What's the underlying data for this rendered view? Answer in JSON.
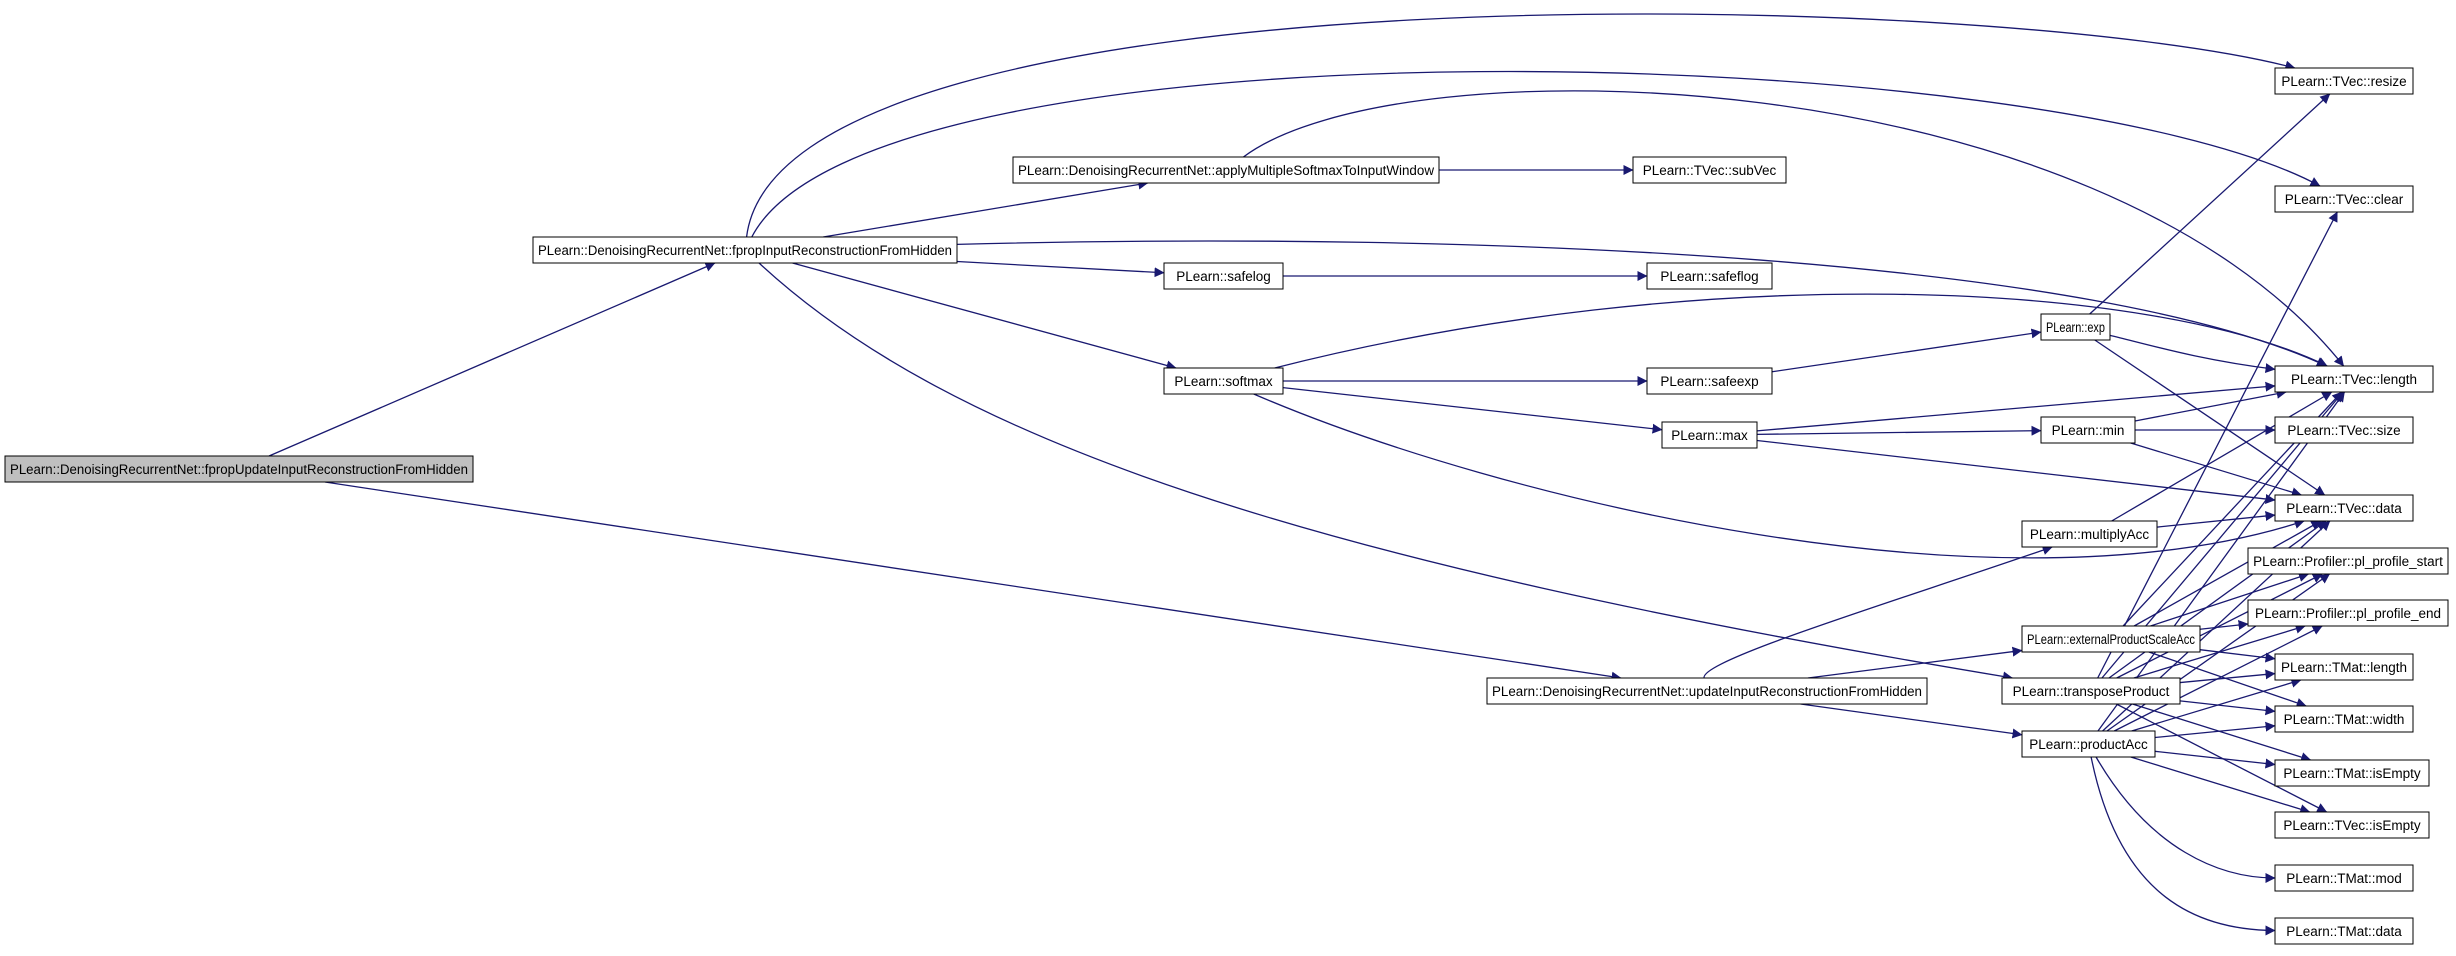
{
  "colors": {
    "edge": "#191970",
    "node_border": "#000000",
    "node_fill": "#ffffff",
    "root_fill": "#bfbfbf",
    "background": "#ffffff"
  },
  "nodes": [
    {
      "id": "n0",
      "label": "PLearn::DenoisingRecurrentNet::fpropUpdateInputReconstructionFromHidden",
      "root": true
    },
    {
      "id": "n1",
      "label": "PLearn::DenoisingRecurrentNet::fpropInputReconstructionFromHidden"
    },
    {
      "id": "n2",
      "label": "PLearn::DenoisingRecurrentNet::updateInputReconstructionFromHidden"
    },
    {
      "id": "n3",
      "label": "PLearn::DenoisingRecurrentNet::applyMultipleSoftmaxToInputWindow"
    },
    {
      "id": "n4",
      "label": "PLearn::safelog"
    },
    {
      "id": "n5",
      "label": "PLearn::softmax"
    },
    {
      "id": "n6",
      "label": "PLearn::TVec::subVec"
    },
    {
      "id": "n7",
      "label": "PLearn::safeflog"
    },
    {
      "id": "n8",
      "label": "PLearn::safeexp"
    },
    {
      "id": "n9",
      "label": "PLearn::max"
    },
    {
      "id": "n10",
      "label": "PLearn::exp"
    },
    {
      "id": "n11",
      "label": "PLearn::min"
    },
    {
      "id": "n12",
      "label": "PLearn::multiplyAcc"
    },
    {
      "id": "n13",
      "label": "PLearn::externalProductScaleAcc"
    },
    {
      "id": "n14",
      "label": "PLearn::transposeProduct"
    },
    {
      "id": "n15",
      "label": "PLearn::productAcc"
    },
    {
      "id": "n16",
      "label": "PLearn::TVec::resize"
    },
    {
      "id": "n17",
      "label": "PLearn::TVec::clear"
    },
    {
      "id": "n18",
      "label": "PLearn::TVec::length"
    },
    {
      "id": "n19",
      "label": "PLearn::TVec::size"
    },
    {
      "id": "n20",
      "label": "PLearn::TVec::data"
    },
    {
      "id": "n21",
      "label": "PLearn::Profiler::pl_profile_start"
    },
    {
      "id": "n22",
      "label": "PLearn::Profiler::pl_profile_end"
    },
    {
      "id": "n23",
      "label": "PLearn::TMat::length"
    },
    {
      "id": "n24",
      "label": "PLearn::TMat::width"
    },
    {
      "id": "n25",
      "label": "PLearn::TMat::isEmpty"
    },
    {
      "id": "n26",
      "label": "PLearn::TVec::isEmpty"
    },
    {
      "id": "n27",
      "label": "PLearn::TMat::mod"
    },
    {
      "id": "n28",
      "label": "PLearn::TMat::data"
    }
  ],
  "edges": [
    [
      "n0",
      "n1"
    ],
    [
      "n0",
      "n2"
    ],
    [
      "n1",
      "n16"
    ],
    [
      "n1",
      "n17"
    ],
    [
      "n1",
      "n3"
    ],
    [
      "n1",
      "n18"
    ],
    [
      "n1",
      "n4"
    ],
    [
      "n1",
      "n5"
    ],
    [
      "n1",
      "n14"
    ],
    [
      "n3",
      "n6"
    ],
    [
      "n3",
      "n18"
    ],
    [
      "n4",
      "n7"
    ],
    [
      "n5",
      "n18"
    ],
    [
      "n5",
      "n8"
    ],
    [
      "n5",
      "n9"
    ],
    [
      "n5",
      "n20"
    ],
    [
      "n8",
      "n10"
    ],
    [
      "n10",
      "n16"
    ],
    [
      "n10",
      "n18"
    ],
    [
      "n10",
      "n20"
    ],
    [
      "n9",
      "n18"
    ],
    [
      "n9",
      "n11"
    ],
    [
      "n9",
      "n20"
    ],
    [
      "n11",
      "n18"
    ],
    [
      "n11",
      "n19"
    ],
    [
      "n11",
      "n20"
    ],
    [
      "n2",
      "n12"
    ],
    [
      "n2",
      "n13"
    ],
    [
      "n2",
      "n15"
    ],
    [
      "n12",
      "n18"
    ],
    [
      "n12",
      "n20"
    ],
    [
      "n13",
      "n18"
    ],
    [
      "n13",
      "n20"
    ],
    [
      "n13",
      "n21"
    ],
    [
      "n13",
      "n22"
    ],
    [
      "n13",
      "n23"
    ],
    [
      "n13",
      "n24"
    ],
    [
      "n14",
      "n17"
    ],
    [
      "n14",
      "n18"
    ],
    [
      "n14",
      "n20"
    ],
    [
      "n14",
      "n21"
    ],
    [
      "n14",
      "n22"
    ],
    [
      "n14",
      "n23"
    ],
    [
      "n14",
      "n24"
    ],
    [
      "n14",
      "n25"
    ],
    [
      "n14",
      "n26"
    ],
    [
      "n15",
      "n18"
    ],
    [
      "n15",
      "n20"
    ],
    [
      "n15",
      "n21"
    ],
    [
      "n15",
      "n22"
    ],
    [
      "n15",
      "n23"
    ],
    [
      "n15",
      "n24"
    ],
    [
      "n15",
      "n25"
    ],
    [
      "n15",
      "n26"
    ],
    [
      "n15",
      "n27"
    ],
    [
      "n15",
      "n28"
    ]
  ]
}
